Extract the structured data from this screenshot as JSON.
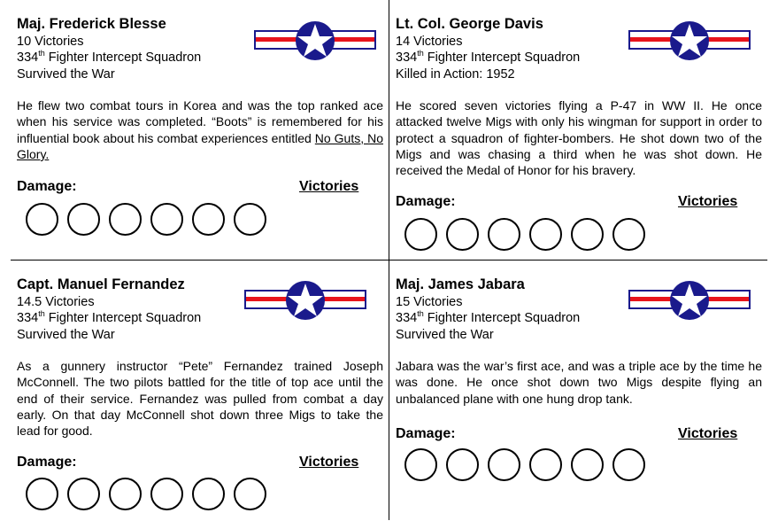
{
  "cards": [
    {
      "name": "Maj. Frederick Blesse",
      "victories": "10 Victories",
      "squadron_num": "334",
      "squadron_sup": "th",
      "squadron": " Fighter Intercept Squadron",
      "fate": "Survived the War",
      "bio": "He flew two combat tours in Korea and was the top ranked ace when his service was completed. “Boots” is remembered for his influential book about his combat experiences entitled ",
      "bio_book": "No Guts, No Glory.",
      "damage_label": "Damage:",
      "victories_label": "Victories",
      "damage_boxes": 6
    },
    {
      "name": "Lt. Col. George Davis",
      "victories": "14 Victories",
      "squadron_num": "334",
      "squadron_sup": "th",
      "squadron": " Fighter Intercept Squadron",
      "fate": "Killed in Action: 1952",
      "bio": "He scored seven victories flying a P-47 in WW II. He once attacked twelve Migs with only his wingman for support in order to protect a squadron of fighter-bombers.  He shot down two of the Migs and was chasing a third when he was shot down.  He received the Medal of Honor for his bravery.",
      "damage_label": "Damage:",
      "victories_label": "Victories",
      "damage_boxes": 6
    },
    {
      "name": "Capt. Manuel Fernandez",
      "victories": "14.5 Victories",
      "squadron_num": "334",
      "squadron_sup": "th",
      "squadron": " Fighter Intercept Squadron",
      "fate": "Survived the War",
      "bio": "As a gunnery instructor  “Pete” Fernandez trained Joseph McConnell.  The two pilots battled for the title of top ace until the end of their service.  Fernandez was pulled from combat a day early.  On that day McConnell shot down three Migs to take the lead for good.",
      "damage_label": "Damage:",
      "victories_label": "Victories",
      "damage_boxes": 6
    },
    {
      "name": "Maj. James Jabara",
      "victories": "15 Victories",
      "squadron_num": "334",
      "squadron_sup": "th",
      "squadron": " Fighter Intercept Squadron",
      "fate": "Survived the War",
      "bio": "Jabara was the war’s first ace, and was a triple ace by the time he was done.  He once shot down two Migs despite flying an unbalanced plane with one hung drop tank.",
      "damage_label": "Damage:",
      "victories_label": "Victories",
      "damage_boxes": 6
    }
  ],
  "colors": {
    "insignia_blue": "#1a1a8c",
    "insignia_red": "#e8141c"
  }
}
